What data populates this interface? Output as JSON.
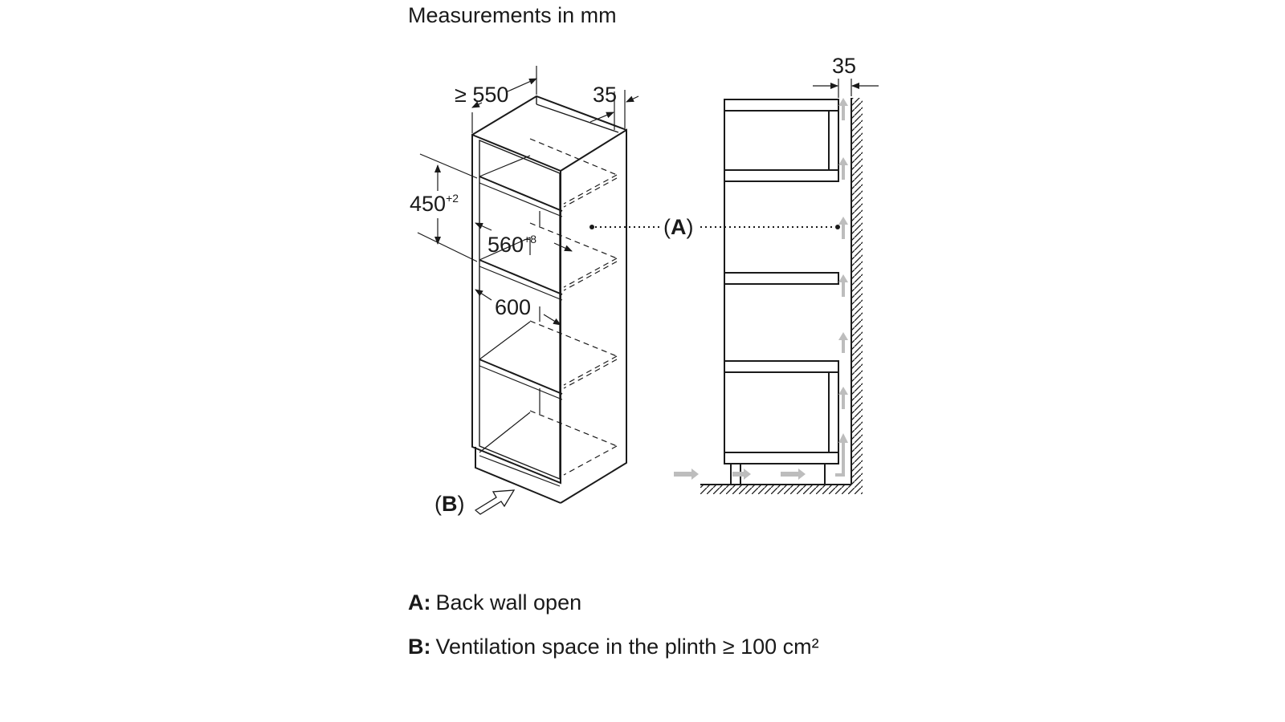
{
  "title": "Measurements in mm",
  "dimensions": {
    "depth": "≥ 550",
    "gap_top": "35",
    "height": "450",
    "height_tol": "+2",
    "width_inner": "560",
    "width_inner_tol": "+8",
    "width_outer": "600",
    "gap_side": "35"
  },
  "markers": {
    "a_label": "A",
    "b_label": "B"
  },
  "legend": {
    "a_key": "A:",
    "a_text": "Back wall open",
    "b_key": "B:",
    "b_text": "Ventilation space in the plinth ≥ 100 cm²"
  },
  "colors": {
    "line": "#1a1a1a",
    "airflow_arrow": "#bdbdbd"
  }
}
